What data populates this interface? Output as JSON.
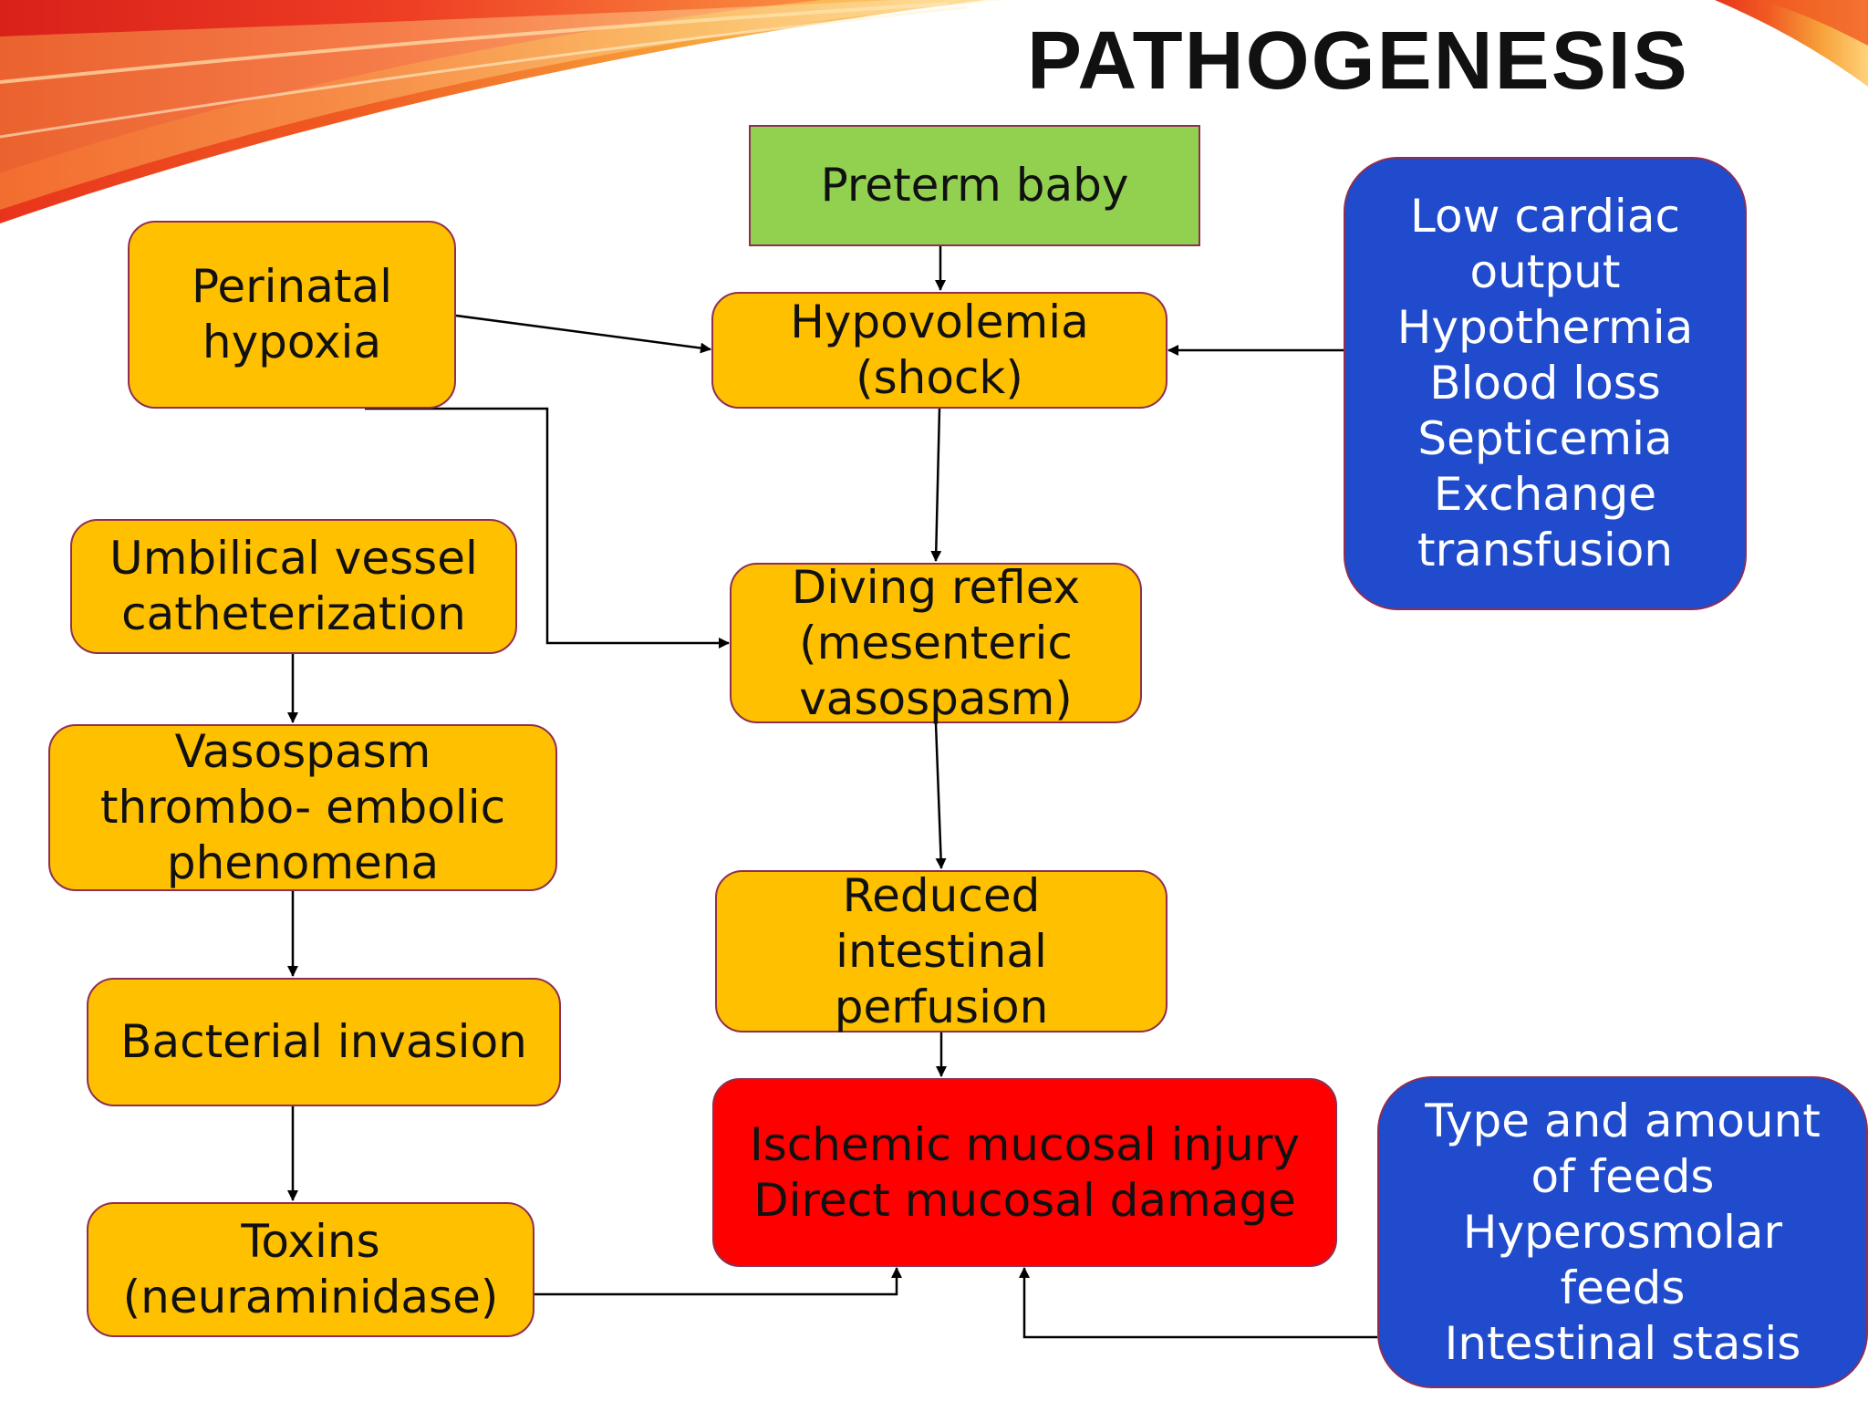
{
  "slide": {
    "title": "PATHOGENESIS"
  },
  "nodes": {
    "preterm": [
      "Preterm baby"
    ],
    "perinatal": [
      "Perinatal",
      "hypoxia"
    ],
    "hypovolemia": [
      "Hypovolemia",
      "(shock)"
    ],
    "factors_top": [
      "Low cardiac",
      "output",
      "Hypothermia",
      "Blood loss",
      "Septicemia",
      "Exchange",
      "transfusion"
    ],
    "umbilical": [
      "Umbilical vessel",
      "catheterization"
    ],
    "diving": [
      "Diving reflex",
      "(mesenteric",
      "vasospasm)"
    ],
    "vasospasm": [
      "Vasospasm",
      "thrombo- embolic",
      "phenomena"
    ],
    "reduced": [
      "Reduced",
      "intestinal",
      "perfusion"
    ],
    "bacterial": [
      "Bacterial invasion"
    ],
    "ischemic": [
      "Ischemic mucosal injury",
      "Direct mucosal damage"
    ],
    "toxins": [
      "Toxins",
      "(neuraminidase)"
    ],
    "factors_bottom": [
      "Type and amount",
      "of feeds",
      "Hyperosmolar",
      "feeds",
      "Intestinal stasis"
    ]
  },
  "colors": {
    "orange_box": "#ffc000",
    "green_box": "#92d050",
    "red_box": "#ff0000",
    "blue_box": "#1f4bcc",
    "box_border": "#8e2f52"
  }
}
